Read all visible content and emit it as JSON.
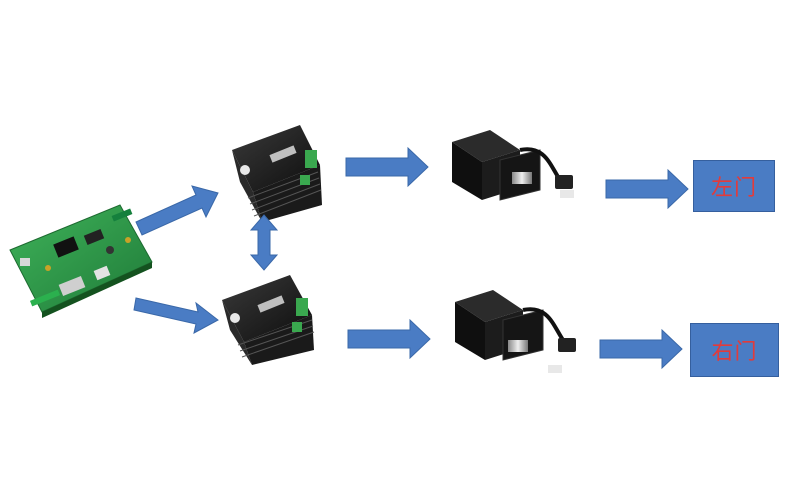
{
  "diagram": {
    "nodes": [
      {
        "id": "controller",
        "kind": "controller-board"
      },
      {
        "id": "driver-top",
        "kind": "servo-driver"
      },
      {
        "id": "driver-bottom",
        "kind": "servo-driver"
      },
      {
        "id": "motor-top",
        "kind": "servo-motor"
      },
      {
        "id": "motor-bottom",
        "kind": "servo-motor"
      },
      {
        "id": "left-door",
        "kind": "door-box",
        "label": "左门"
      },
      {
        "id": "right-door",
        "kind": "door-box",
        "label": "右门"
      }
    ],
    "edges": [
      {
        "from": "controller",
        "to": "driver-top",
        "direction": "forward"
      },
      {
        "from": "controller",
        "to": "driver-bottom",
        "direction": "forward"
      },
      {
        "from": "driver-top",
        "to": "driver-bottom",
        "direction": "bidirectional"
      },
      {
        "from": "driver-top",
        "to": "motor-top",
        "direction": "forward"
      },
      {
        "from": "driver-bottom",
        "to": "motor-bottom",
        "direction": "forward"
      },
      {
        "from": "motor-top",
        "to": "left-door",
        "direction": "forward"
      },
      {
        "from": "motor-bottom",
        "to": "right-door",
        "direction": "forward"
      }
    ]
  },
  "colors": {
    "arrow": "#4a7cc4",
    "door_box": "#4a7cc4",
    "door_text": "#e23b3b",
    "pcb": "#2f9a4a",
    "driver": "#1c1c1c",
    "motor": "#111111"
  }
}
